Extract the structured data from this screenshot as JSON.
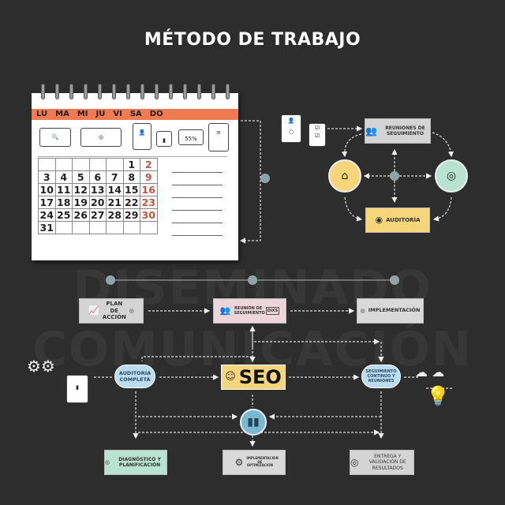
{
  "title": "MÉTODO DE TRABAJO",
  "watermark": [
    "DISEMINADO",
    "COMUNICACIÓN"
  ],
  "calendar": {
    "weekdays": [
      "LU",
      "MA",
      "MI",
      "JU",
      "VI",
      "SA",
      "DO"
    ],
    "weeks": [
      [
        "",
        "",
        "",
        "",
        "",
        "1",
        "2"
      ],
      [
        "3",
        "4",
        "5",
        "6",
        "7",
        "8",
        "9"
      ],
      [
        "10",
        "11",
        "12",
        "13",
        "14",
        "15",
        "16"
      ],
      [
        "17",
        "18",
        "19",
        "20",
        "21",
        "22",
        "23"
      ],
      [
        "24",
        "25",
        "26",
        "27",
        "28",
        "29",
        "30"
      ],
      [
        "31",
        "",
        "",
        "",
        "",
        "",
        ""
      ]
    ],
    "icon_labels": [
      "55%"
    ],
    "accent": "#f07a52",
    "weekend_color": "#c8553a"
  },
  "top_cycle": {
    "meeting": "REUNIONES DE SEGUIMIENTO",
    "audit": "AUDITORÍA"
  },
  "flow": {
    "plan": "PLAN DE ACCIÓN",
    "meeting": "REUNIÓN DE SEGUIMIENTO",
    "meeting_sub": "DIXS",
    "implementation": "IMPLEMENTACIÓN",
    "audit_full": "AUDITORÍA COMPLETA",
    "seo": "SEO",
    "follow_up": "SEGUIMIENTO CONTINUO Y REUNIONES",
    "diagnosis": "DIAGNÓSTICO Y PLANIFICACIÓN",
    "optimization": "IMPLEMENTACIÓN DE OPTIMIZACIÓN",
    "delivery": "ENTREGA Y VALIDACIÓN DE RESULTADOS"
  },
  "colors": {
    "background": "#2d2d2d",
    "yellow": "#f7d57a",
    "green": "#b8e3d2",
    "blue": "#b9dcef",
    "pink": "#ecd6dc",
    "gray": "#d4d4d4"
  }
}
